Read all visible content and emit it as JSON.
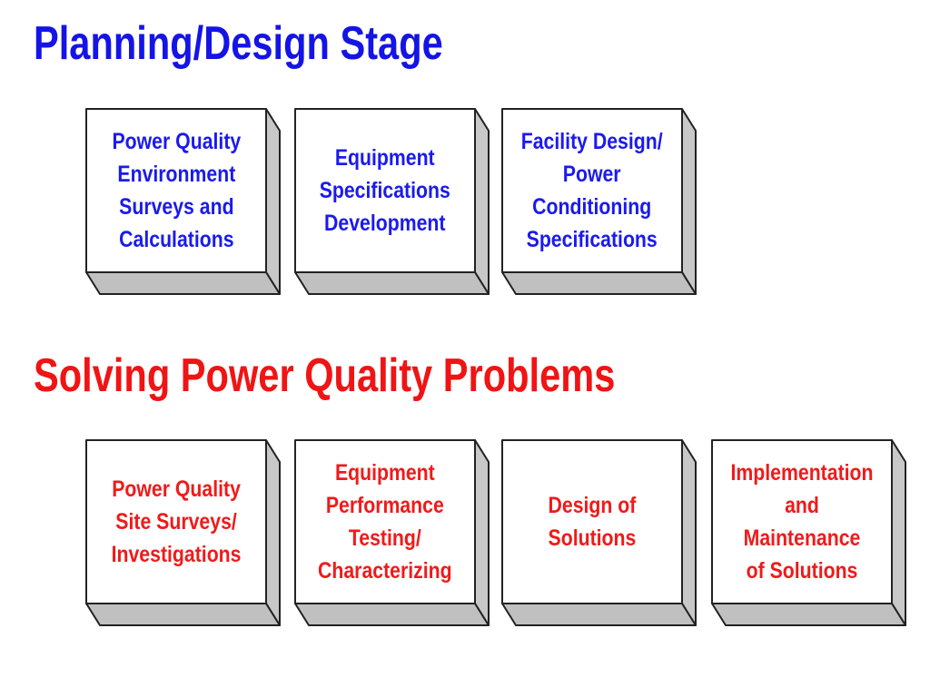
{
  "sections": [
    {
      "title": "Planning/Design Stage",
      "color": "#1414e6",
      "boxes": [
        {
          "text": "Power Quality\nEnvironment\nSurveys and\nCalculations"
        },
        {
          "text": "Equipment\nSpecifications\nDevelopment"
        },
        {
          "text": "Facility Design/\nPower\nConditioning\nSpecifications"
        }
      ]
    },
    {
      "title": "Solving Power Quality Problems",
      "color": "#f01414",
      "boxes": [
        {
          "text": "Power Quality\nSite Surveys/\nInvestigations"
        },
        {
          "text": "Equipment\nPerformance\nTesting/\nCharacterizing"
        },
        {
          "text": "Design of\nSolutions"
        },
        {
          "text": "Implementation\nand Maintenance\nof Solutions"
        }
      ]
    }
  ]
}
